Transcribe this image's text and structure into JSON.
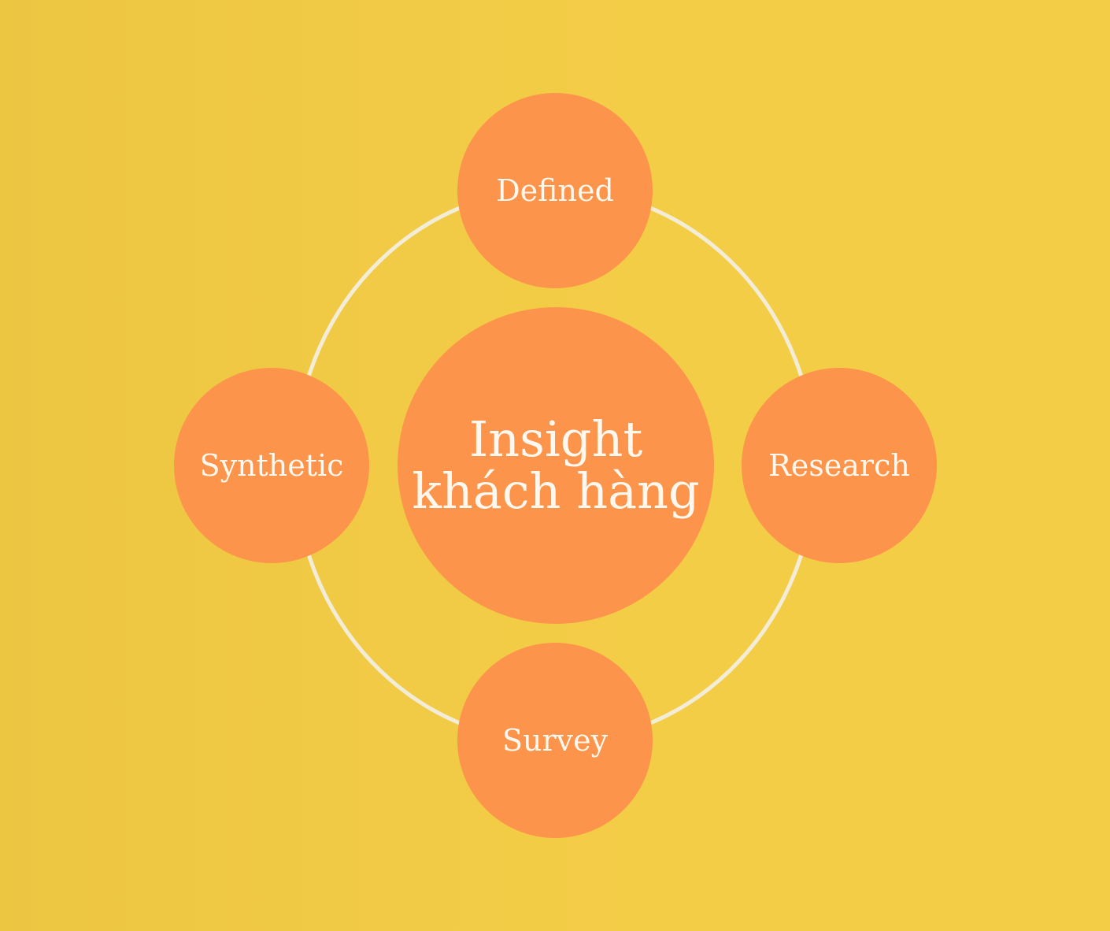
{
  "center": {
    "line1": "Insight",
    "line2": "khách hàng"
  },
  "nodes": {
    "top": "Defined",
    "right": "Research",
    "bottom": "Survey",
    "left": "Synthetic"
  },
  "colors": {
    "background": "#f4cd47",
    "circle": "#fc944b",
    "ring": "#f3ecd6",
    "text": "#fff8ee"
  }
}
